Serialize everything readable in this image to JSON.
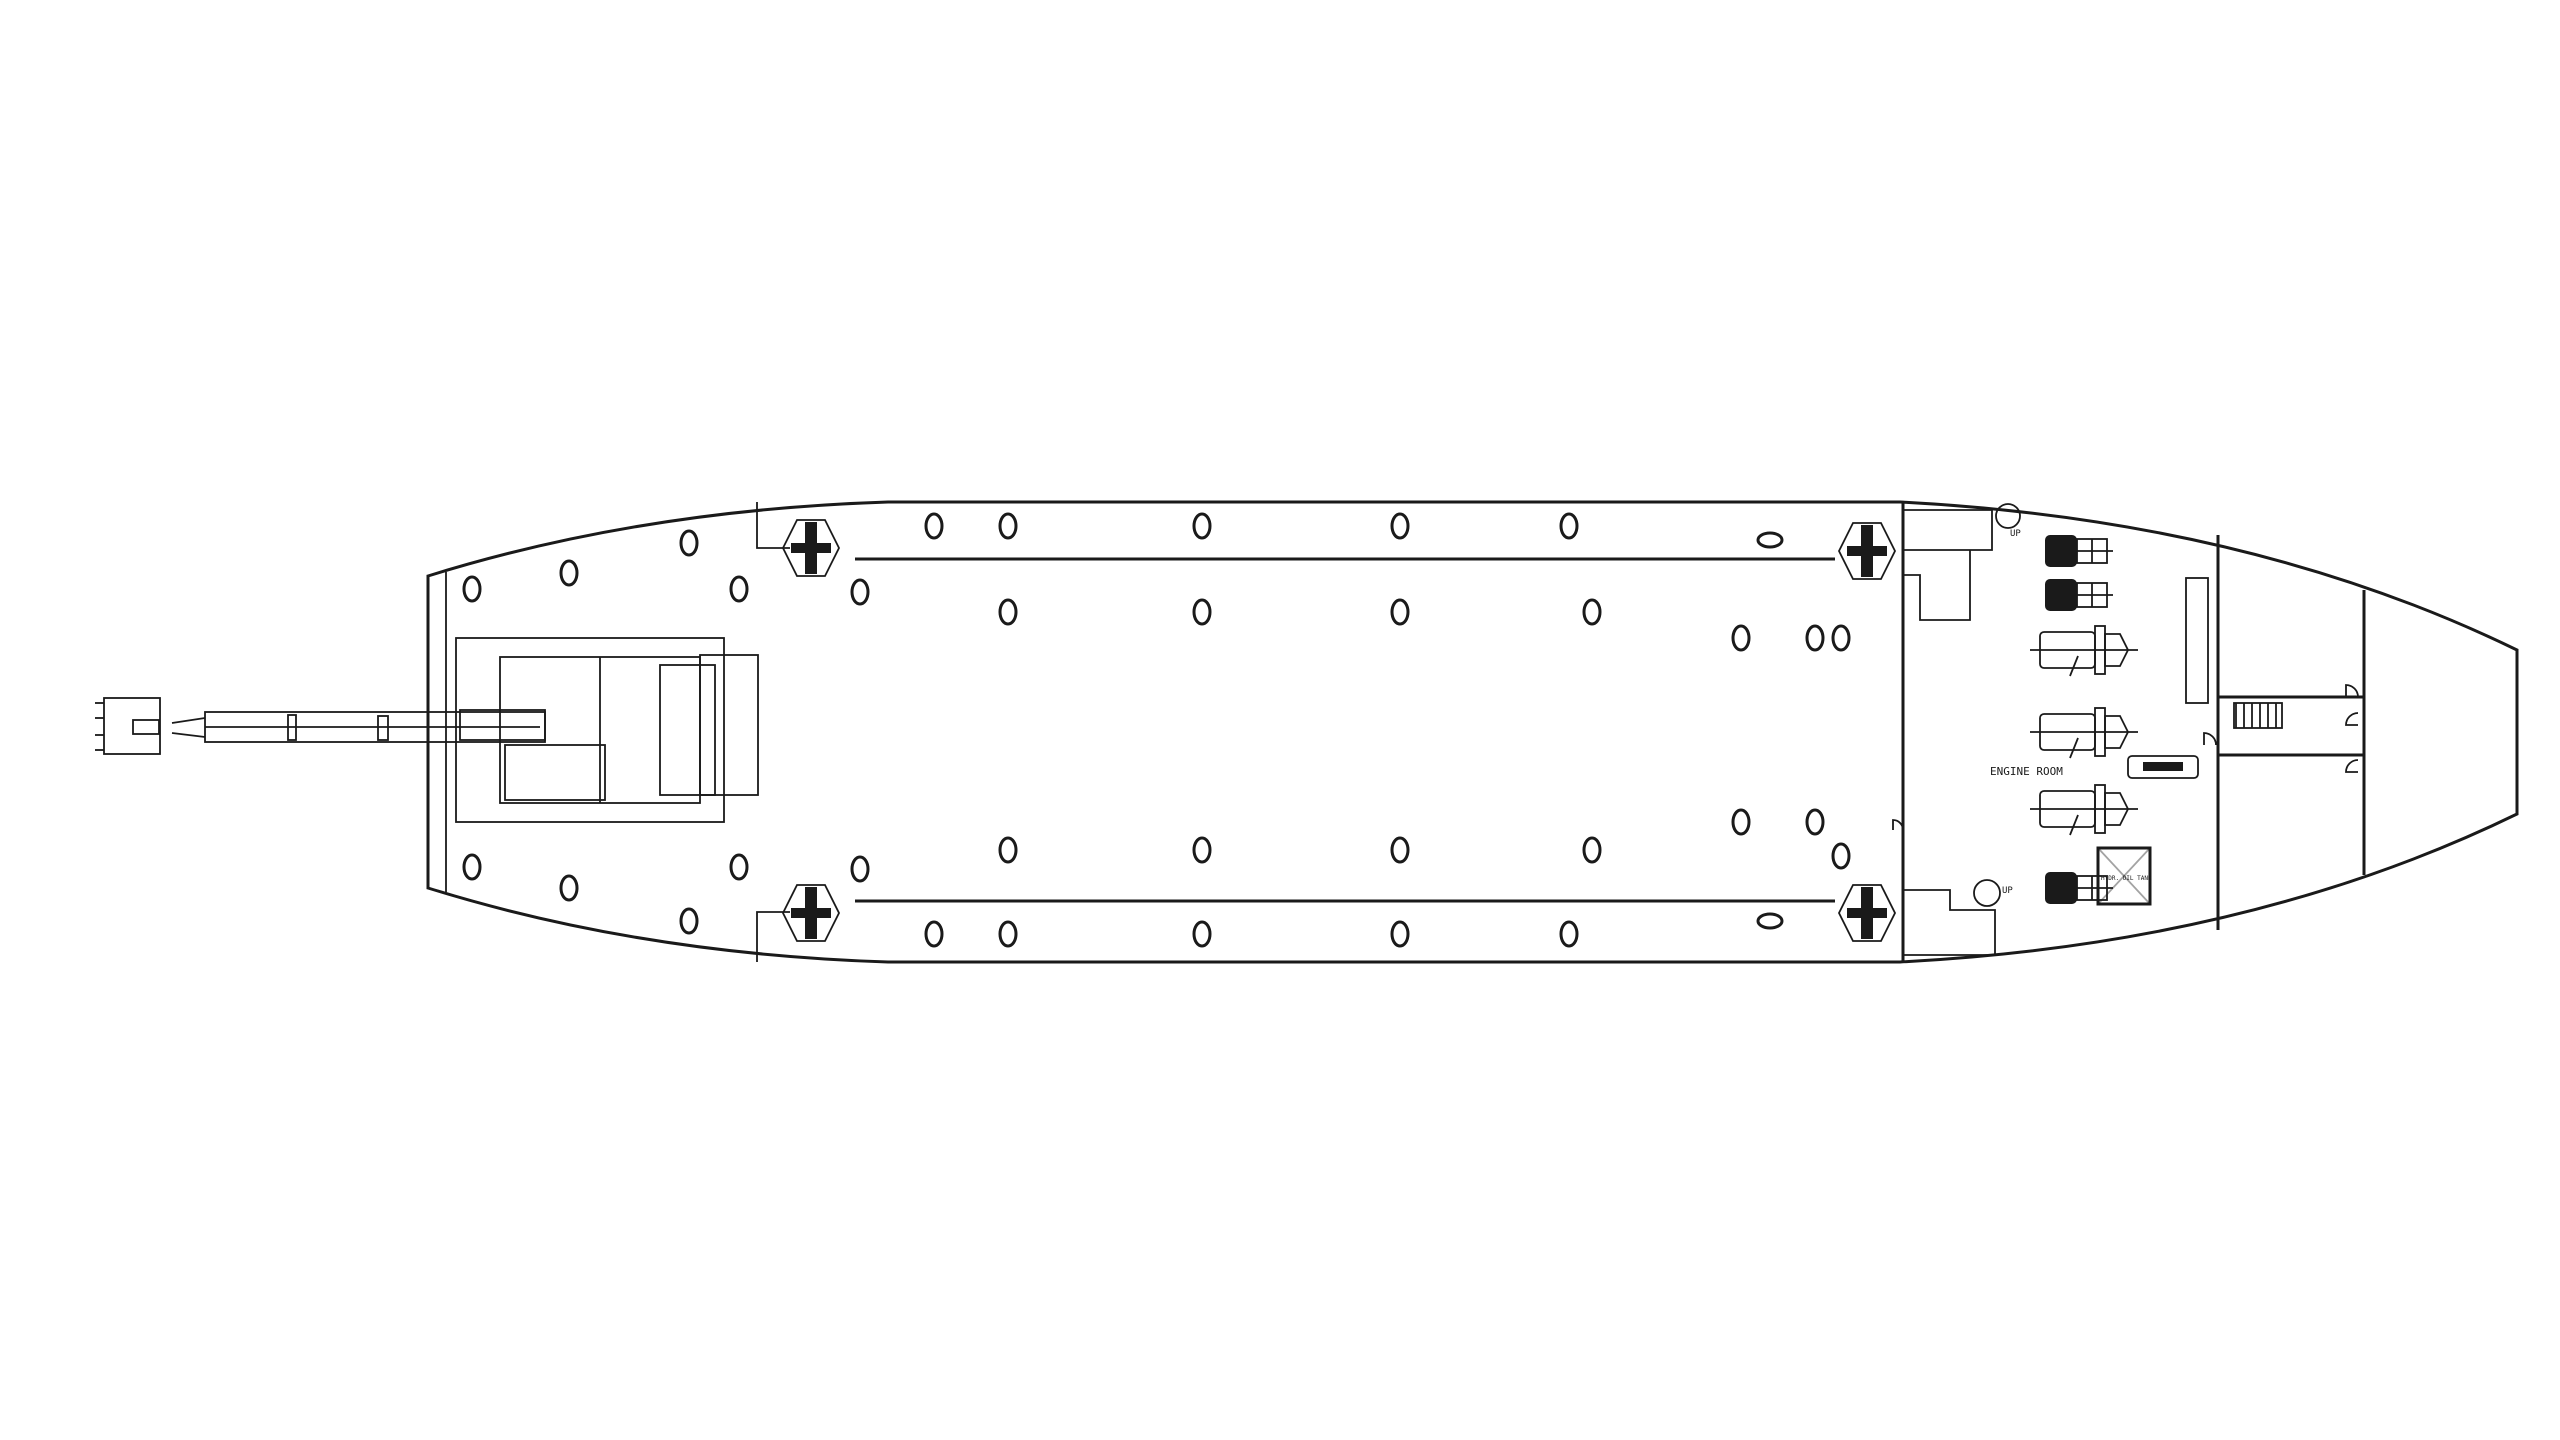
{
  "drawing": {
    "labels": {
      "engine_room": "ENGINE ROOM",
      "up_top": "UP",
      "up_bottom": "UP",
      "tank": "HYDR. OIL TANK"
    },
    "line_color": "#1a1a1a",
    "background": "#ffffff"
  }
}
